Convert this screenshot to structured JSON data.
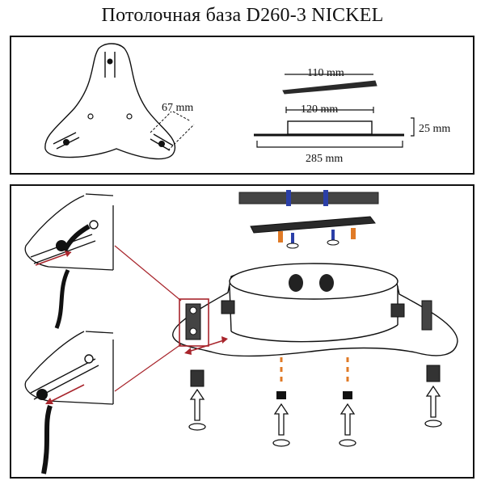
{
  "title": "Потолочная база D260-3 NICKEL",
  "dimensions": {
    "arm": "67 mm",
    "top_plate": "110 mm",
    "mid_plate": "120 mm",
    "height": "25 mm",
    "base_width": "285 mm"
  },
  "colors": {
    "line": "#111111",
    "accent_red": "#a8252c",
    "screw_blue": "#2b3fa8",
    "spacer_orange": "#e07a26",
    "plate_dark": "#2a2a2a"
  }
}
